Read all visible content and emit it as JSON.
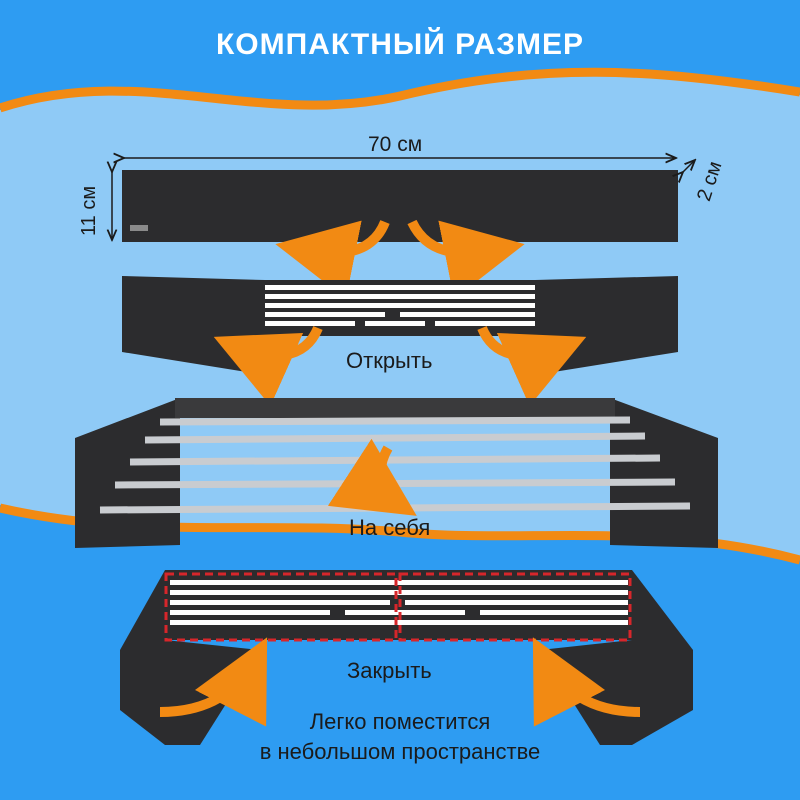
{
  "title": "КОМПАКТНЫЙ РАЗМЕР",
  "dimensions": {
    "width": "70 см",
    "height": "11 см",
    "depth": "2 см"
  },
  "steps": {
    "open": "Открыть",
    "pull": "На себя",
    "close": "Закрыть"
  },
  "footer": {
    "line1": "Легко поместится",
    "line2": "в небольшом пространстве"
  },
  "colors": {
    "background": "#2e9cf2",
    "light_band": "#8fcaf6",
    "accent": "#f28a13",
    "frame": "#2c2c2e",
    "rail": "#c9ccd0",
    "dashes": "#d7262b"
  }
}
